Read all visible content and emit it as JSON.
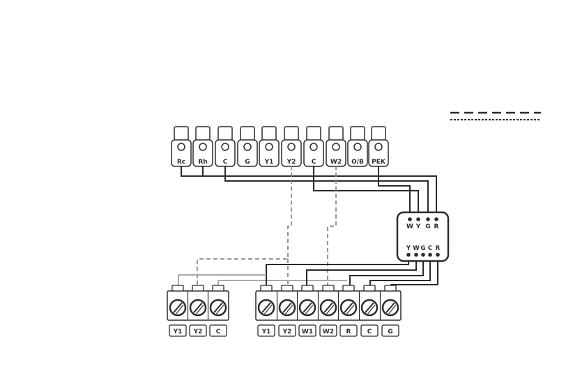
{
  "thermostat": {
    "terminals": [
      "Rc",
      "Rh",
      "C",
      "G",
      "Y1",
      "Y2",
      "C",
      "W2",
      "O/B",
      "PEK"
    ]
  },
  "pek_module": {
    "top_labels": [
      "W",
      "Y",
      "G",
      "R"
    ],
    "bottom_labels": [
      "Y",
      "W",
      "G",
      "C",
      "R"
    ]
  },
  "outdoor_unit": {
    "terminals": [
      "Y1",
      "Y2",
      "C"
    ]
  },
  "furnace": {
    "terminals": [
      "Y1",
      "Y2",
      "W1",
      "W2",
      "R",
      "C",
      "G"
    ]
  },
  "legend": {
    "dashed_style": "long-dash",
    "dotted_style": "short-dash"
  },
  "colors": {
    "solid_wire": "#2a2a2a",
    "dashed_wire": "#8a8a8a",
    "outdoor_wire": "#aaaaaa",
    "outline": "#2a2a2a"
  }
}
